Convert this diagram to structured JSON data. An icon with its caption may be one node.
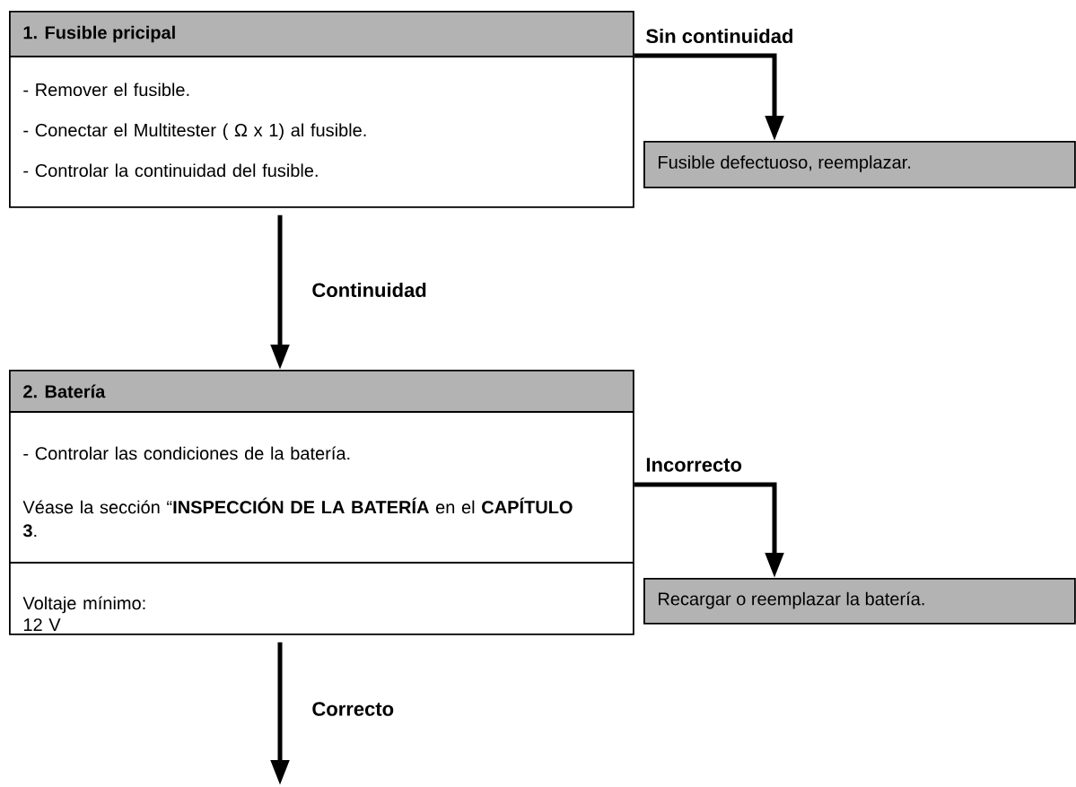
{
  "diagram": {
    "nodes": [
      {
        "text": [
          "1. Fusible pricipal",
          "- Remover el fusible.",
          "- Conectar el Multitester ( Ω x 1) al fusible.",
          "- Controlar la continuidad del fusible."
        ]
      },
      {
        "text": [
          "Fusible defectuoso, reemplazar."
        ]
      },
      {
        "text": [
          "2. Batería",
          "- Controlar las condiciones de la batería.",
          "Véase la sección “**INSPECCIÓN DE LA BATERÍA** en el **CAPÍTULO 3**.",
          "Voltaje mínimo: 12 V"
        ]
      },
      {
        "text": [
          "Recargar o reemplazar la batería."
        ]
      }
    ],
    "edges": [
      {
        "from": 0,
        "to": 1,
        "arrow": "to",
        "label": "Sin continuidad"
      },
      {
        "from": 0,
        "to": 2,
        "arrow": "to",
        "label": "Continuidad"
      },
      {
        "from": 2,
        "to": 3,
        "arrow": "to",
        "label": "Incorrecto"
      },
      {
        "from": 2,
        "to": null,
        "arrow": "to",
        "label": "Correcto"
      }
    ]
  }
}
